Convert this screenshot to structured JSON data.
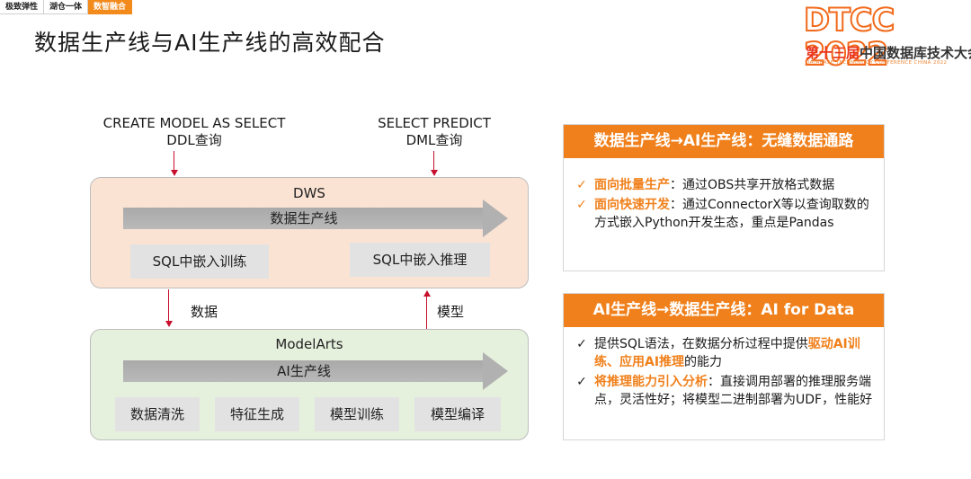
{
  "tabs": [
    {
      "label": "极致弹性",
      "active": false
    },
    {
      "label": "湖仓一体",
      "active": false
    },
    {
      "label": "数智融合",
      "active": true
    }
  ],
  "page_title": "数据生产线与AI生产线的高效配合",
  "logo": {
    "main": "DTCC 2022",
    "cn_prefix": "第十三届",
    "cn_rest": "中国数据库技术大会",
    "en": "DATABASE TECHNOLOGY CONFERENCE CHINA 2022"
  },
  "diagram": {
    "top_left_line1": "CREATE MODEL AS SELECT",
    "top_left_line2": "DDL查询",
    "top_right_line1": "SELECT PREDICT",
    "top_right_line2": "DML查询",
    "dws": {
      "title": "DWS",
      "arrow": "数据生产线",
      "chips": [
        "SQL中嵌入训练",
        "SQL中嵌入推理"
      ]
    },
    "mid_left": "数据",
    "mid_right": "模型",
    "modelarts": {
      "title": "ModelArts",
      "arrow": "AI生产线",
      "chips": [
        "数据清洗",
        "特征生成",
        "模型训练",
        "模型编译"
      ]
    }
  },
  "panel1": {
    "header": "数据生产线→AI生产线：无缝数据通路",
    "items": [
      {
        "bold": "面向批量生产",
        "text": "：通过OBS共享开放格式数据"
      },
      {
        "bold": "面向快速开发",
        "text": "：通过ConnectorX等以查询取数的方式嵌入Python开发生态，重点是Pandas"
      }
    ]
  },
  "panel2": {
    "header": "AI生产线→数据生产线：AI for Data",
    "item1_pre": "提供SQL语法，在数据分析过程中提供",
    "item1_hl": "驱动AI训练、应用AI推理",
    "item1_post": "的能力",
    "item2_bold": "将推理能力引入分析",
    "item2_text": "：直接调用部署的推理服务端点，灵活性好；将模型二进制部署为UDF，性能好"
  },
  "colors": {
    "accent": "#f0801b",
    "arrow_line": "#c8102e",
    "dws_bg": "#fbe3d4",
    "modelarts_bg": "#e6f1dd"
  }
}
